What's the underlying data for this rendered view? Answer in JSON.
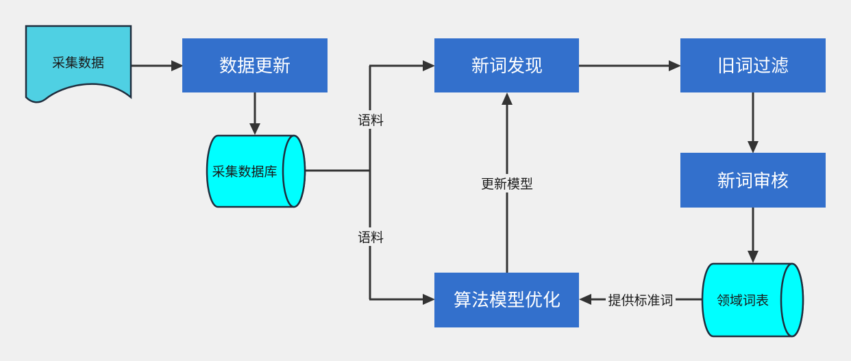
{
  "colors": {
    "background": "#f0f0f0",
    "process_fill": "#3370cc",
    "document_fill": "#4fd0e3",
    "database_fill": "#00ffff",
    "stroke": "#1f2d3d",
    "edge": "#333333"
  },
  "nodes": {
    "collect_data": {
      "label": "采集数据",
      "shape": "document"
    },
    "data_update": {
      "label": "数据更新",
      "shape": "process"
    },
    "collect_db": {
      "label": "采集数据库",
      "shape": "database"
    },
    "new_word_discovery": {
      "label": "新词发现",
      "shape": "process"
    },
    "old_word_filter": {
      "label": "旧词过滤",
      "shape": "process"
    },
    "new_word_review": {
      "label": "新词审核",
      "shape": "process"
    },
    "domain_lexicon": {
      "label": "领域词表",
      "shape": "database"
    },
    "algorithm_optimization": {
      "label": "算法模型优化",
      "shape": "process"
    }
  },
  "edges": [
    {
      "from": "collect_data",
      "to": "data_update",
      "label": ""
    },
    {
      "from": "data_update",
      "to": "collect_db",
      "label": ""
    },
    {
      "from": "collect_db",
      "to": "new_word_discovery",
      "label": "语料"
    },
    {
      "from": "collect_db",
      "to": "algorithm_optimization",
      "label": "语料"
    },
    {
      "from": "algorithm_optimization",
      "to": "new_word_discovery",
      "label": "更新模型"
    },
    {
      "from": "new_word_discovery",
      "to": "old_word_filter",
      "label": ""
    },
    {
      "from": "old_word_filter",
      "to": "new_word_review",
      "label": ""
    },
    {
      "from": "new_word_review",
      "to": "domain_lexicon",
      "label": ""
    },
    {
      "from": "domain_lexicon",
      "to": "algorithm_optimization",
      "label": "提供标准词"
    }
  ]
}
